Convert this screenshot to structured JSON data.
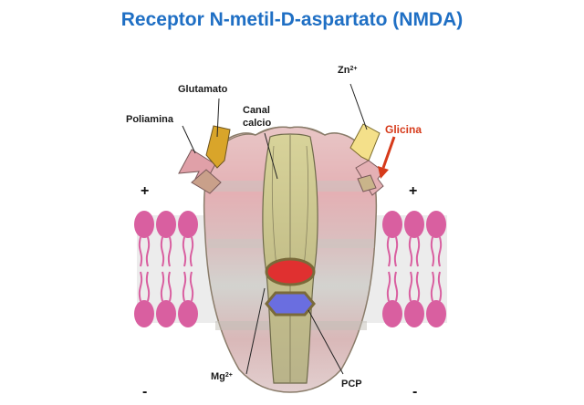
{
  "title": "Receptor N-metil-D-aspartato (NMDA)",
  "labels": {
    "glutamato": "Glutamato",
    "poliamina": "Poliamina",
    "canal_line1": "Canal",
    "canal_line2": "calcio",
    "zn": "Zn",
    "zn_sup": "2+",
    "glicina": "Glicina",
    "mg": "Mg",
    "mg_sup": "2+",
    "pcp": "PCP",
    "plus": "+",
    "minus": "-"
  },
  "colors": {
    "title": "#1f6fc4",
    "membrane_head": "#d95fa0",
    "glicina": "#d63a1a",
    "mg_site": "#e03030",
    "pcp_site": "#6a6ee0",
    "glutamato_site": "#d9a52a",
    "zn_site": "#f4e08a",
    "poliamina_site": "#e0a0a8"
  }
}
